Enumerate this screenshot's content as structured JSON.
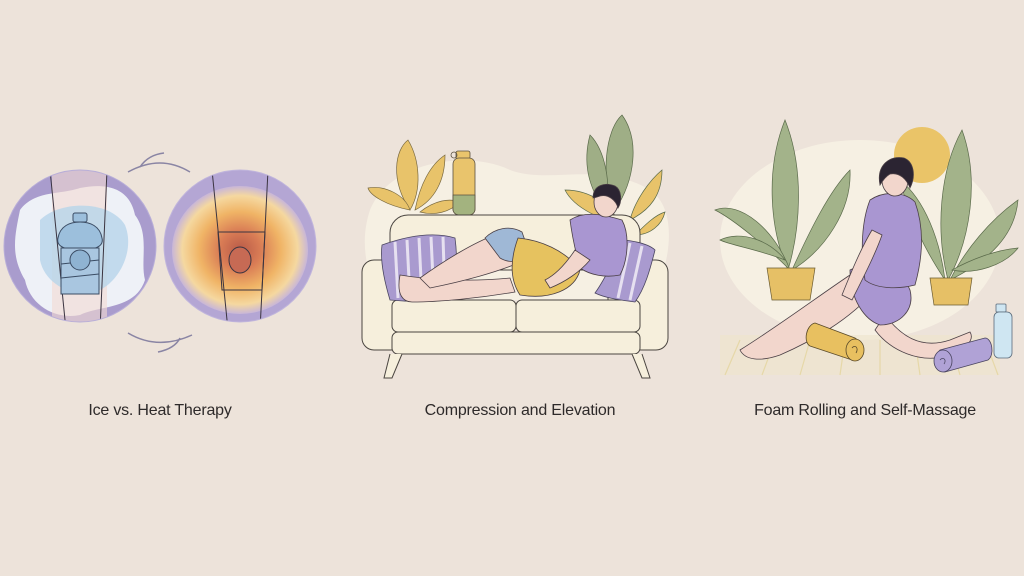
{
  "colors": {
    "background": "#ede3da",
    "lavender": "#a79bcf",
    "ice_blue": "#9fc2dc",
    "heat_red": "#c96a4e",
    "heat_yellow": "#f2c56b",
    "mustard": "#e5c068",
    "sage": "#9bab82",
    "cream": "#f7f1e3",
    "skin": "#f2d7cc",
    "hair": "#2b2432",
    "bottle_blue": "#cfe6f2"
  },
  "panels": [
    {
      "id": "ice-heat",
      "caption": "Ice vs. Heat Therapy",
      "illustration": "ice pack on knee vs heat glow on knee, cycle arrows"
    },
    {
      "id": "compression-elevation",
      "caption": "Compression and Elevation",
      "illustration": "person reclining on sofa with compressed knee elevated"
    },
    {
      "id": "foam-rolling",
      "caption": "Foam Rolling and Self-Massage",
      "illustration": "person using foam roller on leg with plants, sun and water bottle"
    }
  ]
}
